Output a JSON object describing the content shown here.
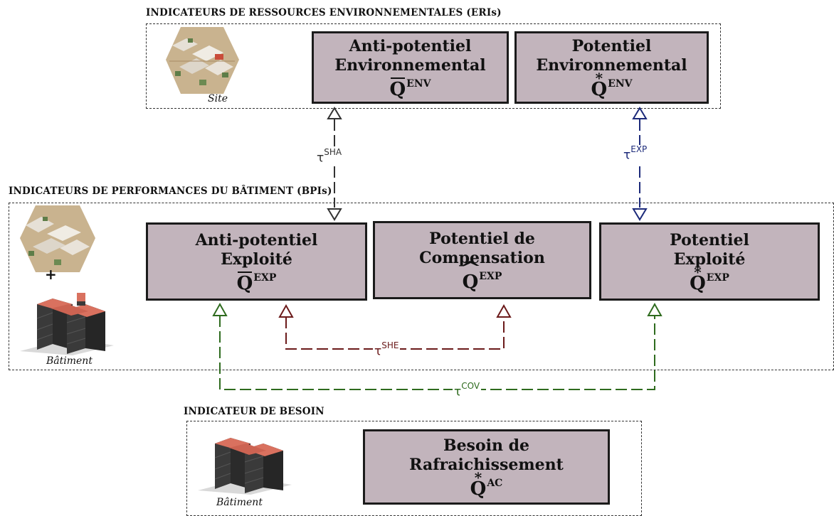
{
  "groups": {
    "eri": {
      "title": "INDICATEURS DE RESSOURCES ENVIRONNEMENTALES (ERIs)",
      "caption": "Site"
    },
    "bpi": {
      "title": "INDICATEURS DE PERFORMANCES DU BÂTIMENT (BPIs)",
      "plus": "+",
      "caption": "Bâtiment"
    },
    "besoin": {
      "title": "INDICATEUR DE BESOIN",
      "caption": "Bâtiment"
    }
  },
  "cards": {
    "anti_env": {
      "line1": "Anti-potentiel",
      "line2": "Environnemental",
      "symbol": "Q",
      "sup": "ENV"
    },
    "pot_env": {
      "line1": "Potentiel",
      "line2": "Environnemental",
      "symbol": "Q",
      "sup": "ENV"
    },
    "anti_exp": {
      "line1": "Anti-potentiel",
      "line2": "Exploité",
      "symbol": "Q",
      "sup": "EXP"
    },
    "pot_comp": {
      "line1": "Potentiel de",
      "line2": "Compensation",
      "symbol": "Q",
      "sup": "EXP"
    },
    "pot_exp": {
      "line1": "Potentiel",
      "line2": "Exploité",
      "symbol": "Q",
      "sup": "EXP"
    },
    "besoin": {
      "line1": "Besoin de",
      "line2": "Rafraichissement",
      "symbol": "Q",
      "sup": "AC"
    }
  },
  "marks": {
    "star": "*",
    "hat": "^"
  },
  "links": {
    "sha": {
      "tau": "τ",
      "sup": "SHA",
      "color": "#333333"
    },
    "exp": {
      "tau": "τ",
      "sup": "EXP",
      "color": "#1c2a7a"
    },
    "she": {
      "tau": "τ",
      "sup": "SHE",
      "color": "#6b1a1a"
    },
    "cov": {
      "tau": "τ",
      "sup": "COV",
      "color": "#2e6b1e"
    }
  },
  "colors": {
    "card_fill": "#c2b4bc",
    "card_border": "#1b1b1b",
    "roof": "#d9715f",
    "walls": "#3a3a3a"
  }
}
